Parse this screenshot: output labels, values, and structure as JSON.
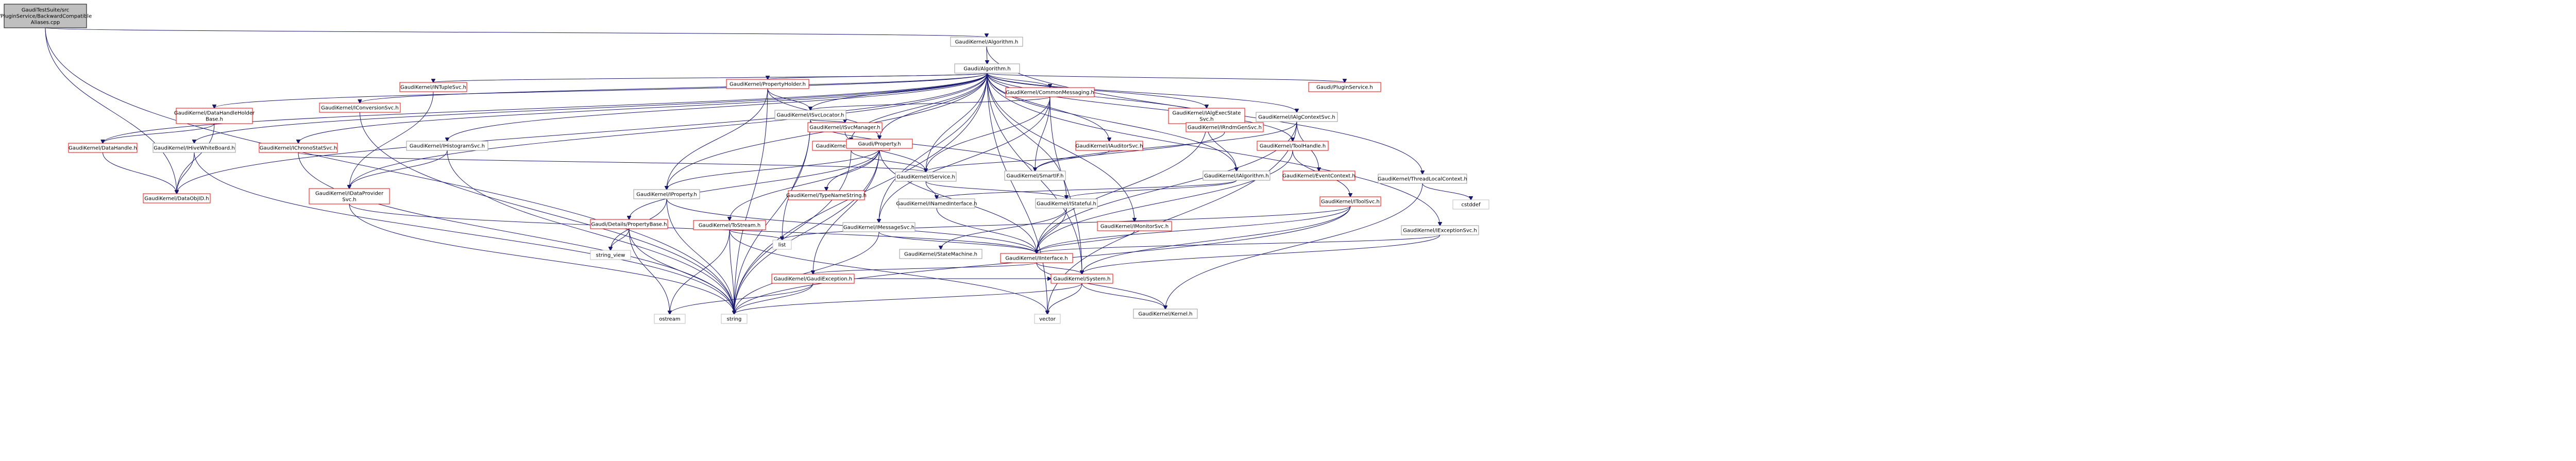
{
  "title": "GaudiTestSuite/src/PluginService/BackwardCompatibleAliases.cpp include dependency graph",
  "colors": {
    "edge": "#191970",
    "node_border": "#999999",
    "link_border": "#ff0000",
    "root_fill": "#bfbfbf"
  },
  "nodes": [
    {
      "id": "root",
      "lines": [
        "GaudiTestSuite/src",
        "/PluginService/BackwardCompatible",
        "Aliases.cpp"
      ],
      "kind": "root"
    },
    {
      "id": "algh",
      "lines": [
        "GaudiKernel/Algorithm.h"
      ],
      "kind": "normal"
    },
    {
      "id": "galg",
      "lines": [
        "Gaudi/Algorithm.h"
      ],
      "kind": "normal"
    },
    {
      "id": "tlc",
      "lines": [
        "GaudiKernel/ThreadLocalContext.h"
      ],
      "kind": "normal"
    },
    {
      "id": "iattsvc",
      "lines": [
        "GaudiKernel/IAlgContextSvc.h"
      ],
      "kind": "normal"
    },
    {
      "id": "dataobjid",
      "lines": [
        "GaudiKernel/DataObjID.h"
      ],
      "kind": "red"
    },
    {
      "id": "datahandle",
      "lines": [
        "GaudiKernel/DataHandle.h"
      ],
      "kind": "red"
    },
    {
      "id": "dhholder",
      "lines": [
        "GaudiKernel/DataHandleHolder",
        "Base.h"
      ],
      "kind": "red"
    },
    {
      "id": "ihive",
      "lines": [
        "GaudiKernel/IHiveWhiteBoard.h"
      ],
      "kind": "normal"
    },
    {
      "id": "ichrono",
      "lines": [
        "GaudiKernel/IChronoStatSvc.h"
      ],
      "kind": "red"
    },
    {
      "id": "iconv",
      "lines": [
        "GaudiKernel/IConversionSvc.h"
      ],
      "kind": "red"
    },
    {
      "id": "intuple",
      "lines": [
        "GaudiKernel/INTupleSvc.h"
      ],
      "kind": "red"
    },
    {
      "id": "propholder",
      "lines": [
        "GaudiKernel/PropertyHolder.h"
      ],
      "kind": "red"
    },
    {
      "id": "ihisto",
      "lines": [
        "GaudiKernel/IHistogramSvc.h"
      ],
      "kind": "normal"
    },
    {
      "id": "isvcloc",
      "lines": [
        "GaudiKernel/ISvcLocator.h"
      ],
      "kind": "normal"
    },
    {
      "id": "commsg",
      "lines": [
        "GaudiKernel/CommonMessaging.h"
      ],
      "kind": "red"
    },
    {
      "id": "itimeline",
      "lines": [
        "GaudiKernel/ITimelineSvc.h"
      ],
      "kind": "red"
    },
    {
      "id": "iauditor",
      "lines": [
        "GaudiKernel/IAuditorSvc.h"
      ],
      "kind": "red"
    },
    {
      "id": "iexecstate",
      "lines": [
        "GaudiKernel/IAlgExecState",
        "Svc.h"
      ],
      "kind": "red"
    },
    {
      "id": "itoolhandle",
      "lines": [
        "GaudiKernel/ToolHandle.h"
      ],
      "kind": "red"
    },
    {
      "id": "irnd",
      "lines": [
        "GaudiKernel/IRndmGenSvc.h"
      ],
      "kind": "red"
    },
    {
      "id": "plugsvc",
      "lines": [
        "Gaudi/PluginService.h"
      ],
      "kind": "red"
    },
    {
      "id": "isvcmgr",
      "lines": [
        "GaudiKernel/ISvcManager.h"
      ],
      "kind": "red"
    },
    {
      "id": "gprop",
      "lines": [
        "Gaudi/Property.h"
      ],
      "kind": "red"
    },
    {
      "id": "iservice",
      "lines": [
        "GaudiKernel/IService.h"
      ],
      "kind": "normal"
    },
    {
      "id": "smartif",
      "lines": [
        "GaudiKernel/SmartIF.h"
      ],
      "kind": "normal"
    },
    {
      "id": "ialgorithm",
      "lines": [
        "GaudiKernel/IAlgorithm.h"
      ],
      "kind": "normal"
    },
    {
      "id": "ievtctx",
      "lines": [
        "GaudiKernel/EventContext.h"
      ],
      "kind": "red"
    },
    {
      "id": "typename",
      "lines": [
        "GaudiKernel/TypeNameString.h"
      ],
      "kind": "red"
    },
    {
      "id": "iprop",
      "lines": [
        "GaudiKernel/IProperty.h"
      ],
      "kind": "normal"
    },
    {
      "id": "iataprov",
      "lines": [
        "GaudiKernel/IDataProvider",
        "Svc.h"
      ],
      "kind": "red"
    },
    {
      "id": "pdetails",
      "lines": [
        "Gaudi/Details/PropertyBase.h"
      ],
      "kind": "red"
    },
    {
      "id": "tostream",
      "lines": [
        "GaudiKernel/ToStream.h"
      ],
      "kind": "red"
    },
    {
      "id": "imsgsvc",
      "lines": [
        "GaudiKernel/IMessageSvc.h"
      ],
      "kind": "normal"
    },
    {
      "id": "inamed",
      "lines": [
        "GaudiKernel/INamedInterface.h"
      ],
      "kind": "normal"
    },
    {
      "id": "istateful",
      "lines": [
        "GaudiKernel/IStateful.h"
      ],
      "kind": "normal"
    },
    {
      "id": "imonitor",
      "lines": [
        "GaudiKernel/IMonitorSvc.h"
      ],
      "kind": "red"
    },
    {
      "id": "itoolsvc",
      "lines": [
        "GaudiKernel/IToolSvc.h"
      ],
      "kind": "red"
    },
    {
      "id": "iexcsvc",
      "lines": [
        "GaudiKernel/IExceptionSvc.h"
      ],
      "kind": "normal"
    },
    {
      "id": "cstddef",
      "lines": [
        "cstddef"
      ],
      "kind": "gray"
    },
    {
      "id": "list",
      "lines": [
        "list"
      ],
      "kind": "gray"
    },
    {
      "id": "statemachine",
      "lines": [
        "GaudiKernel/StateMachine.h"
      ],
      "kind": "normal"
    },
    {
      "id": "iinterface",
      "lines": [
        "GaudiKernel/IInterface.h"
      ],
      "kind": "red"
    },
    {
      "id": "gexception",
      "lines": [
        "GaudiKernel/GaudiException.h"
      ],
      "kind": "red"
    },
    {
      "id": "status",
      "lines": [
        "GaudiKernel/System.h"
      ],
      "kind": "red"
    },
    {
      "id": "kernel",
      "lines": [
        "GaudiKernel/Kernel.h"
      ],
      "kind": "normal"
    },
    {
      "id": "string_view",
      "lines": [
        "string_view"
      ],
      "kind": "gray"
    },
    {
      "id": "ostream",
      "lines": [
        "ostream"
      ],
      "kind": "gray"
    },
    {
      "id": "string",
      "lines": [
        "string"
      ],
      "kind": "gray"
    },
    {
      "id": "vector",
      "lines": [
        "vector"
      ],
      "kind": "gray"
    }
  ]
}
